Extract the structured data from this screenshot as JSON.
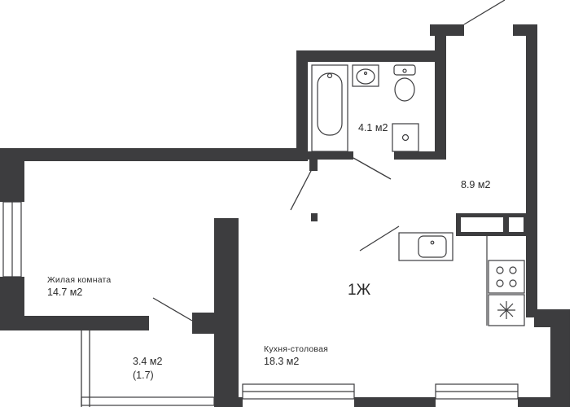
{
  "plan_code": "1Ж",
  "rooms": {
    "living": {
      "name": "Жилая комната",
      "area": "14.7 м2"
    },
    "kitchen": {
      "name": "Кухня-столовая",
      "area": "18.3 м2"
    },
    "bathroom": {
      "area": "4.1 м2"
    },
    "hall": {
      "area": "8.9 м2"
    },
    "balcony": {
      "area": "3.4 м2",
      "reduced_area": "(1.7)"
    }
  },
  "colors": {
    "wall": "#3d3d3f",
    "fixture_stroke": "#3d3d3f",
    "fixture_fill": "#ffffff",
    "text": "#2a2a2a"
  },
  "icons": [
    "bathtub-icon",
    "washbasin-icon",
    "toilet-icon",
    "shower-tray-icon",
    "kitchen-sink-icon",
    "stove-icon",
    "fridge-icon",
    "window-icon",
    "door-swing-icon"
  ]
}
